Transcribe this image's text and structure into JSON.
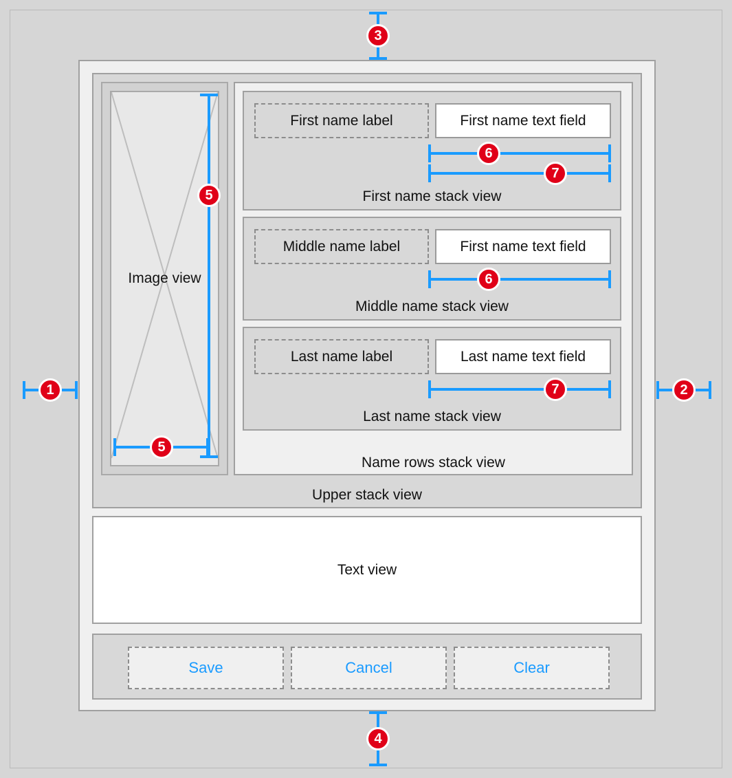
{
  "diagram": {
    "title": "Auto Layout stack view structure",
    "colors": {
      "canvas_bg": "#d6d6d6",
      "window_bg": "#f0f0f0",
      "stack_bg": "#d8d8d8",
      "field_bg": "#ffffff",
      "border": "#a0a0a0",
      "dimension_line": "#1a9bff",
      "badge_bg": "#e00018",
      "badge_text": "#ffffff",
      "button_text": "#1a9bff"
    }
  },
  "markers": {
    "m1": "1",
    "m2": "2",
    "m3": "3",
    "m4": "4",
    "m5_vertical": "5",
    "m5_horizontal": "5",
    "m6_first": "6",
    "m7_first": "7",
    "m6_middle": "6",
    "m7_last": "7"
  },
  "image_view": {
    "label": "Image view"
  },
  "upper_stack": {
    "label": "Upper stack view"
  },
  "name_rows_stack": {
    "label": "Name rows stack view"
  },
  "rows": [
    {
      "id": "first",
      "label_box": "First name label",
      "text_field": "First name text field",
      "stack_label": "First name stack view"
    },
    {
      "id": "middle",
      "label_box": "Middle name label",
      "text_field": "First name text field",
      "stack_label": "Middle name stack view"
    },
    {
      "id": "last",
      "label_box": "Last name label",
      "text_field": "Last name text field",
      "stack_label": "Last name stack view"
    }
  ],
  "text_view": {
    "label": "Text view"
  },
  "buttons": {
    "save": "Save",
    "cancel": "Cancel",
    "clear": "Clear"
  }
}
